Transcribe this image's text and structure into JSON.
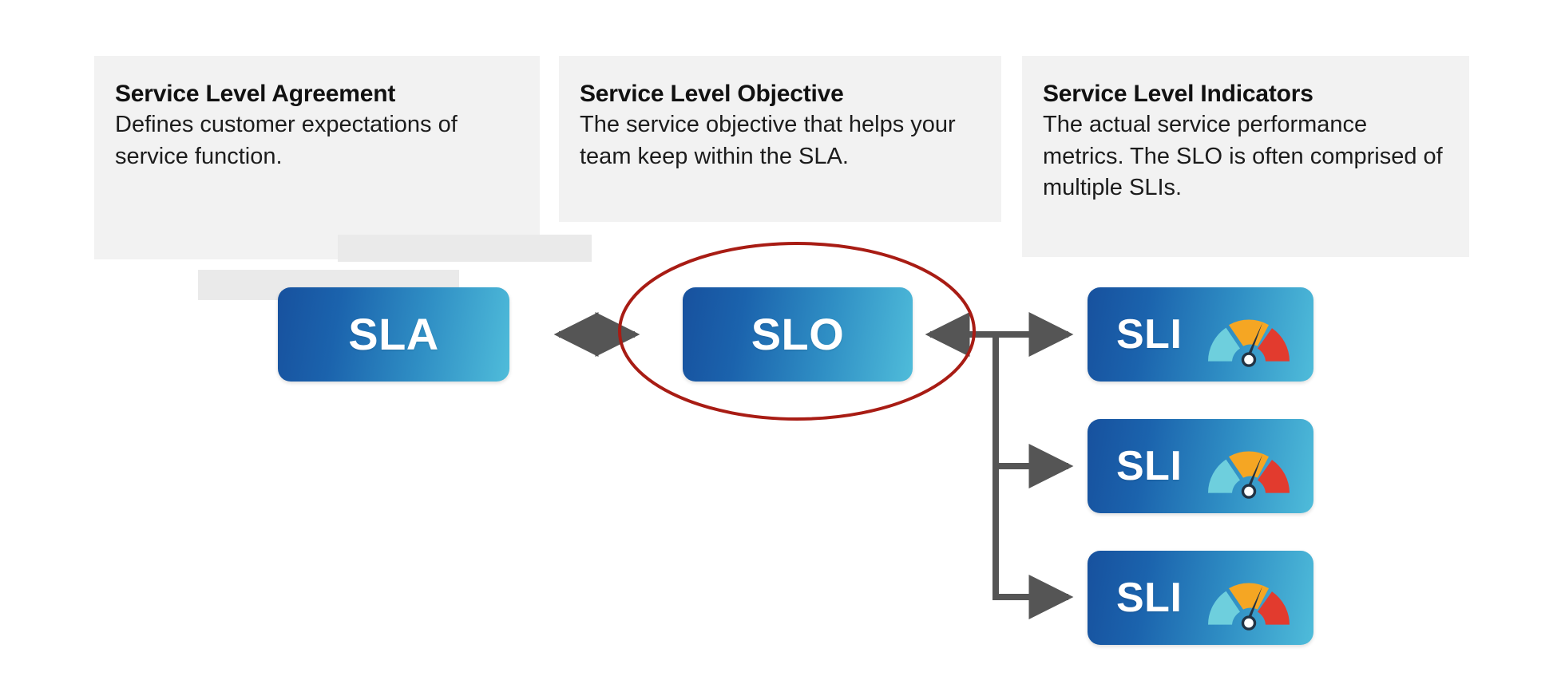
{
  "diagram": {
    "title": "SLA, SLO and SLI relationship diagram",
    "background_color": "#ffffff",
    "card_color": "#f2f2f2",
    "redaction_color": "#eaeaea",
    "node_gradient_from": "#17519e",
    "node_gradient_to": "#4fbcda",
    "connector_color": "#555555",
    "highlight_color": "#a81c14"
  },
  "cards": [
    {
      "title": "Service Level Agreement",
      "body": "Defines customer expectations of service function.",
      "redacted": true
    },
    {
      "title": "Service Level Objective",
      "body": "The service objective that helps your team keep within the SLA.",
      "redacted": false
    },
    {
      "title": "Service Level Indicators",
      "body": "The actual service performance metrics. The SLO is often comprised of multiple SLIs.",
      "redacted": false
    }
  ],
  "nodes": {
    "sla": {
      "label": "SLA"
    },
    "slo": {
      "label": "SLO",
      "highlighted": true
    },
    "sli": [
      {
        "label": "SLI",
        "icon": "gauge-icon"
      },
      {
        "label": "SLI",
        "icon": "gauge-icon"
      },
      {
        "label": "SLI",
        "icon": "gauge-icon"
      }
    ]
  },
  "gauge": {
    "segments": [
      {
        "name": "low",
        "color": "#6ecfdd"
      },
      {
        "name": "medium",
        "color": "#f5a623"
      },
      {
        "name": "high",
        "color": "#e23b2e"
      }
    ],
    "needle_color": "#223344"
  },
  "connectors": [
    {
      "name": "sla-slo-link",
      "type": "double-arrow",
      "from": "SLA",
      "to": "SLO"
    },
    {
      "name": "slo-sli-link",
      "type": "branch-arrow",
      "from": "SLO",
      "to": "SLI"
    }
  ],
  "highlight": {
    "name": "slo-emphasis-ellipse",
    "shape": "ellipse",
    "target": "SLO",
    "stroke_color": "#a81c14"
  }
}
